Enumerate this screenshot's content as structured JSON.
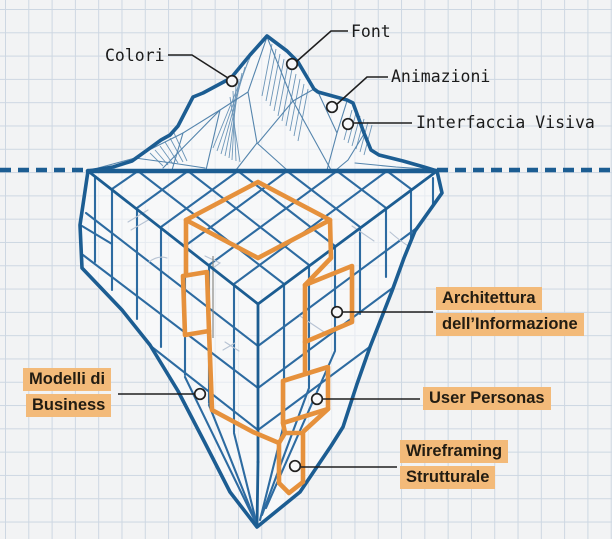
{
  "palette": {
    "paper": "#f2f3f4",
    "grid": "#cdd7e2",
    "ink_dark": "#1c5d92",
    "ink_mid": "#2d6ba1",
    "ink_thin": "#5585ad",
    "sketch": "#b7c3d3",
    "orange": "#e6913c",
    "highlight": "#f3ba79",
    "leader": "#1f1f1f",
    "text": "#1b1b1b"
  },
  "labels": {
    "visible": {
      "colori": "Colori",
      "font": "Font",
      "animazioni": "Animazioni",
      "interfaccia": "Interfaccia Visiva"
    },
    "hidden": {
      "architettura_1": "Architettura",
      "architettura_2": "dell’Informazione",
      "modelli_1": "Modelli di",
      "modelli_2": "Business",
      "user_personas": "User Personas",
      "wireframing_1": "Wireframing",
      "wireframing_2": "Strutturale"
    }
  }
}
